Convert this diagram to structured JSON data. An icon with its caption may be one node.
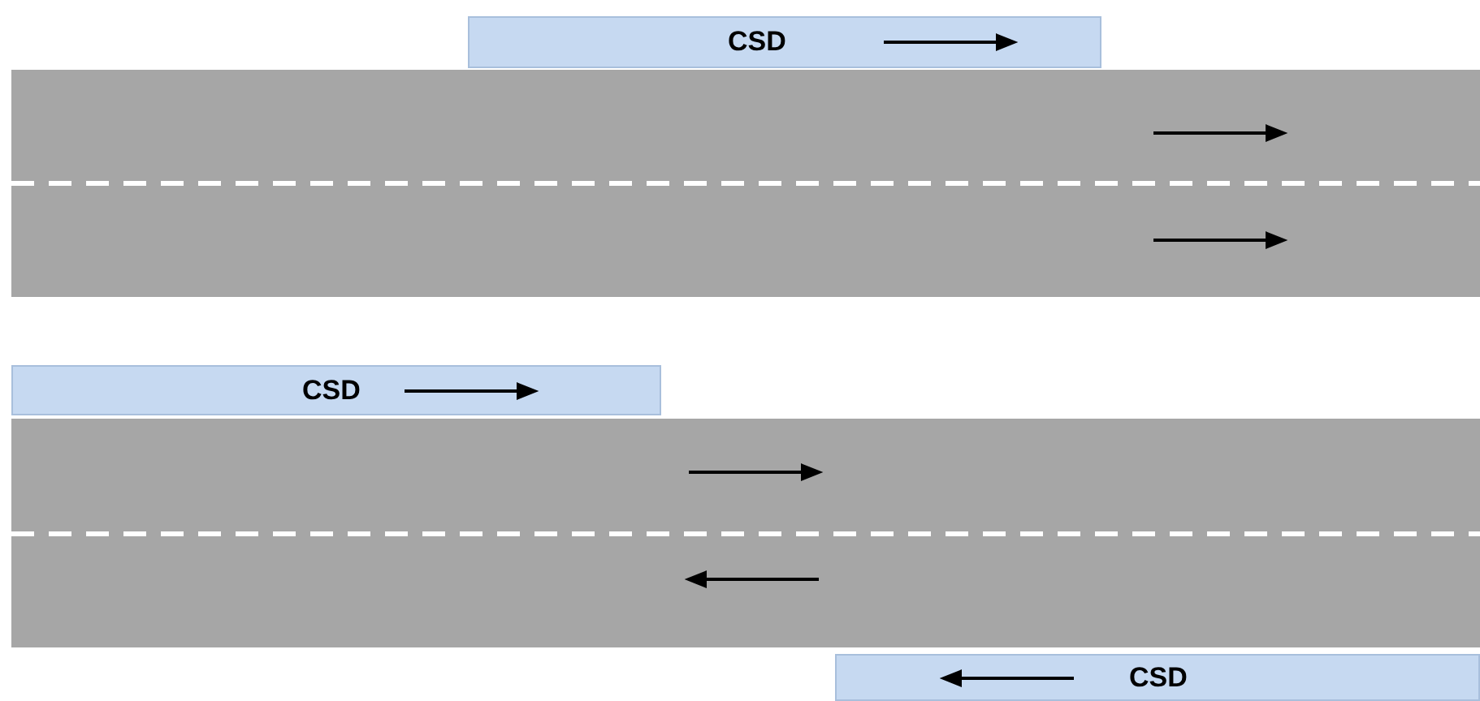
{
  "diagram": {
    "nodes": [
      {
        "text": [
          "CSD"
        ]
      },
      {
        "text": [
          "CSD"
        ]
      },
      {
        "text": [
          "CSD"
        ]
      }
    ]
  }
}
